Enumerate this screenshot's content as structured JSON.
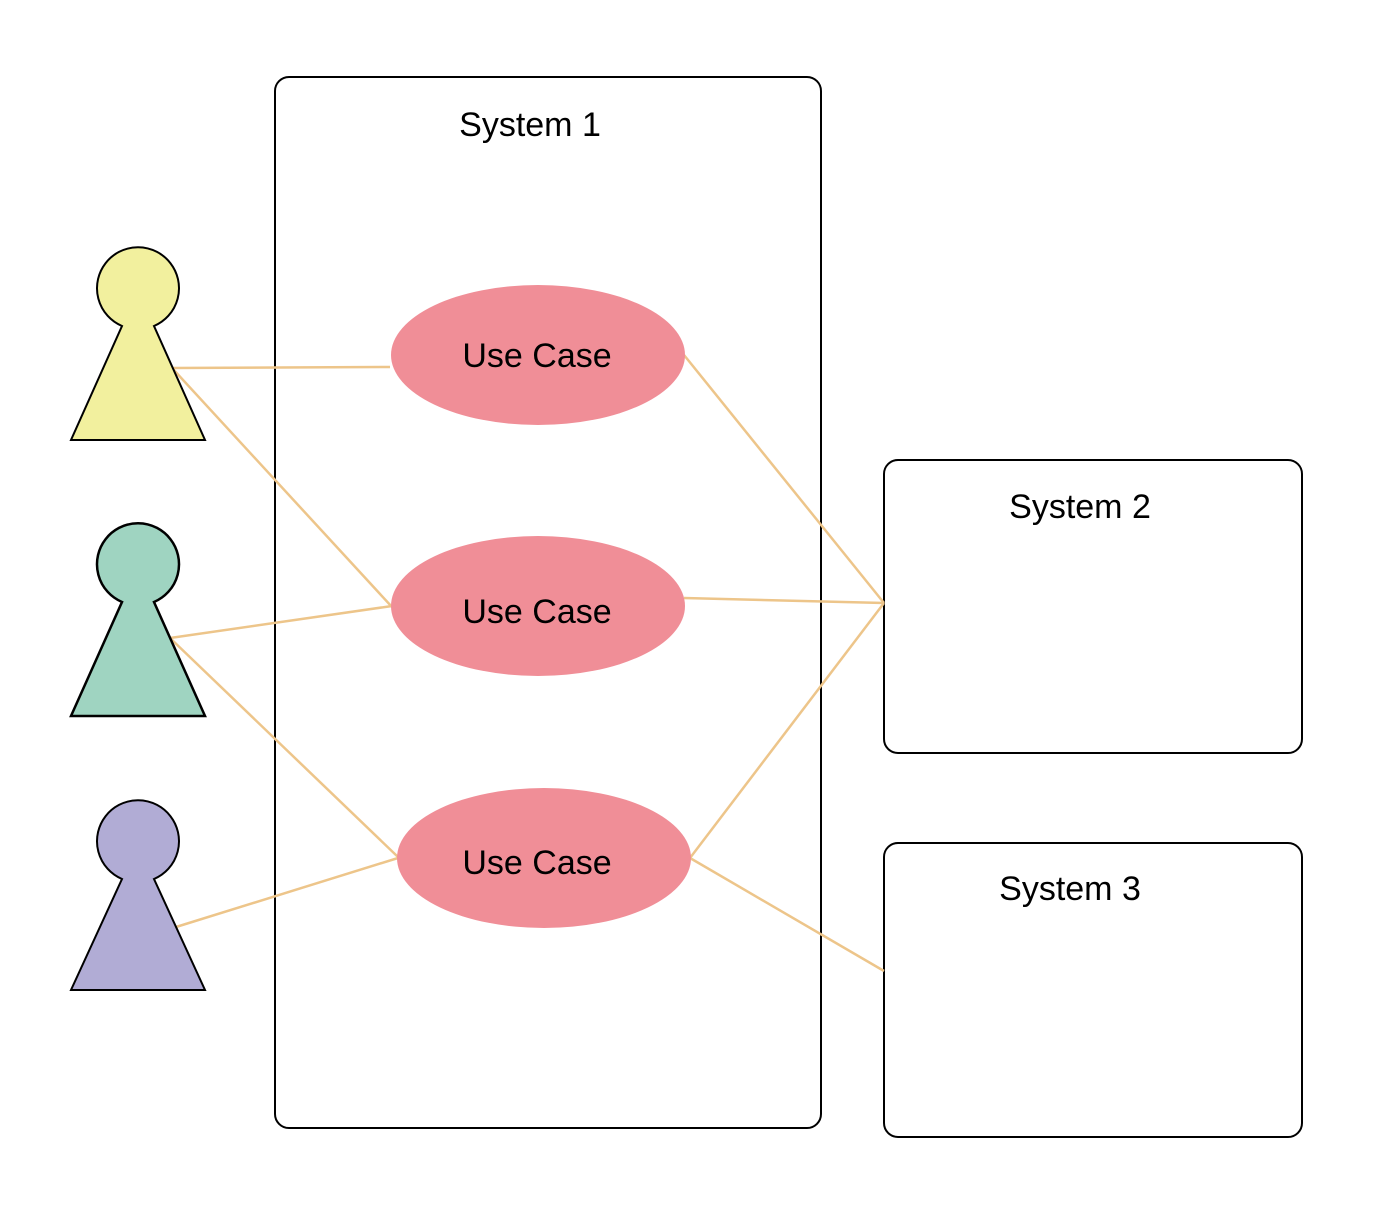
{
  "colors": {
    "actor_1": "#f2f09e",
    "actor_2": "#9fd4c1",
    "actor_3": "#b1acd5",
    "use_case": "#f08e97",
    "connector": "#edc58a",
    "outline": "#000000"
  },
  "systems": [
    {
      "id": "system-1",
      "label": "System 1"
    },
    {
      "id": "system-2",
      "label": "System 2"
    },
    {
      "id": "system-3",
      "label": "System 3"
    }
  ],
  "use_cases": [
    {
      "id": "use-case-1",
      "label": "Use Case"
    },
    {
      "id": "use-case-2",
      "label": "Use Case"
    },
    {
      "id": "use-case-3",
      "label": "Use Case"
    }
  ],
  "actors": [
    {
      "id": "actor-1",
      "icon": "actor-icon"
    },
    {
      "id": "actor-2",
      "icon": "actor-icon"
    },
    {
      "id": "actor-3",
      "icon": "actor-icon"
    }
  ],
  "connections": [
    {
      "from": "actor-1",
      "to": "use-case-1"
    },
    {
      "from": "actor-1",
      "to": "use-case-2"
    },
    {
      "from": "actor-2",
      "to": "use-case-2"
    },
    {
      "from": "actor-2",
      "to": "use-case-3"
    },
    {
      "from": "actor-3",
      "to": "use-case-3"
    },
    {
      "from": "use-case-1",
      "to": "system-2"
    },
    {
      "from": "use-case-2",
      "to": "system-2"
    },
    {
      "from": "use-case-3",
      "to": "system-2"
    },
    {
      "from": "use-case-3",
      "to": "system-3"
    }
  ]
}
